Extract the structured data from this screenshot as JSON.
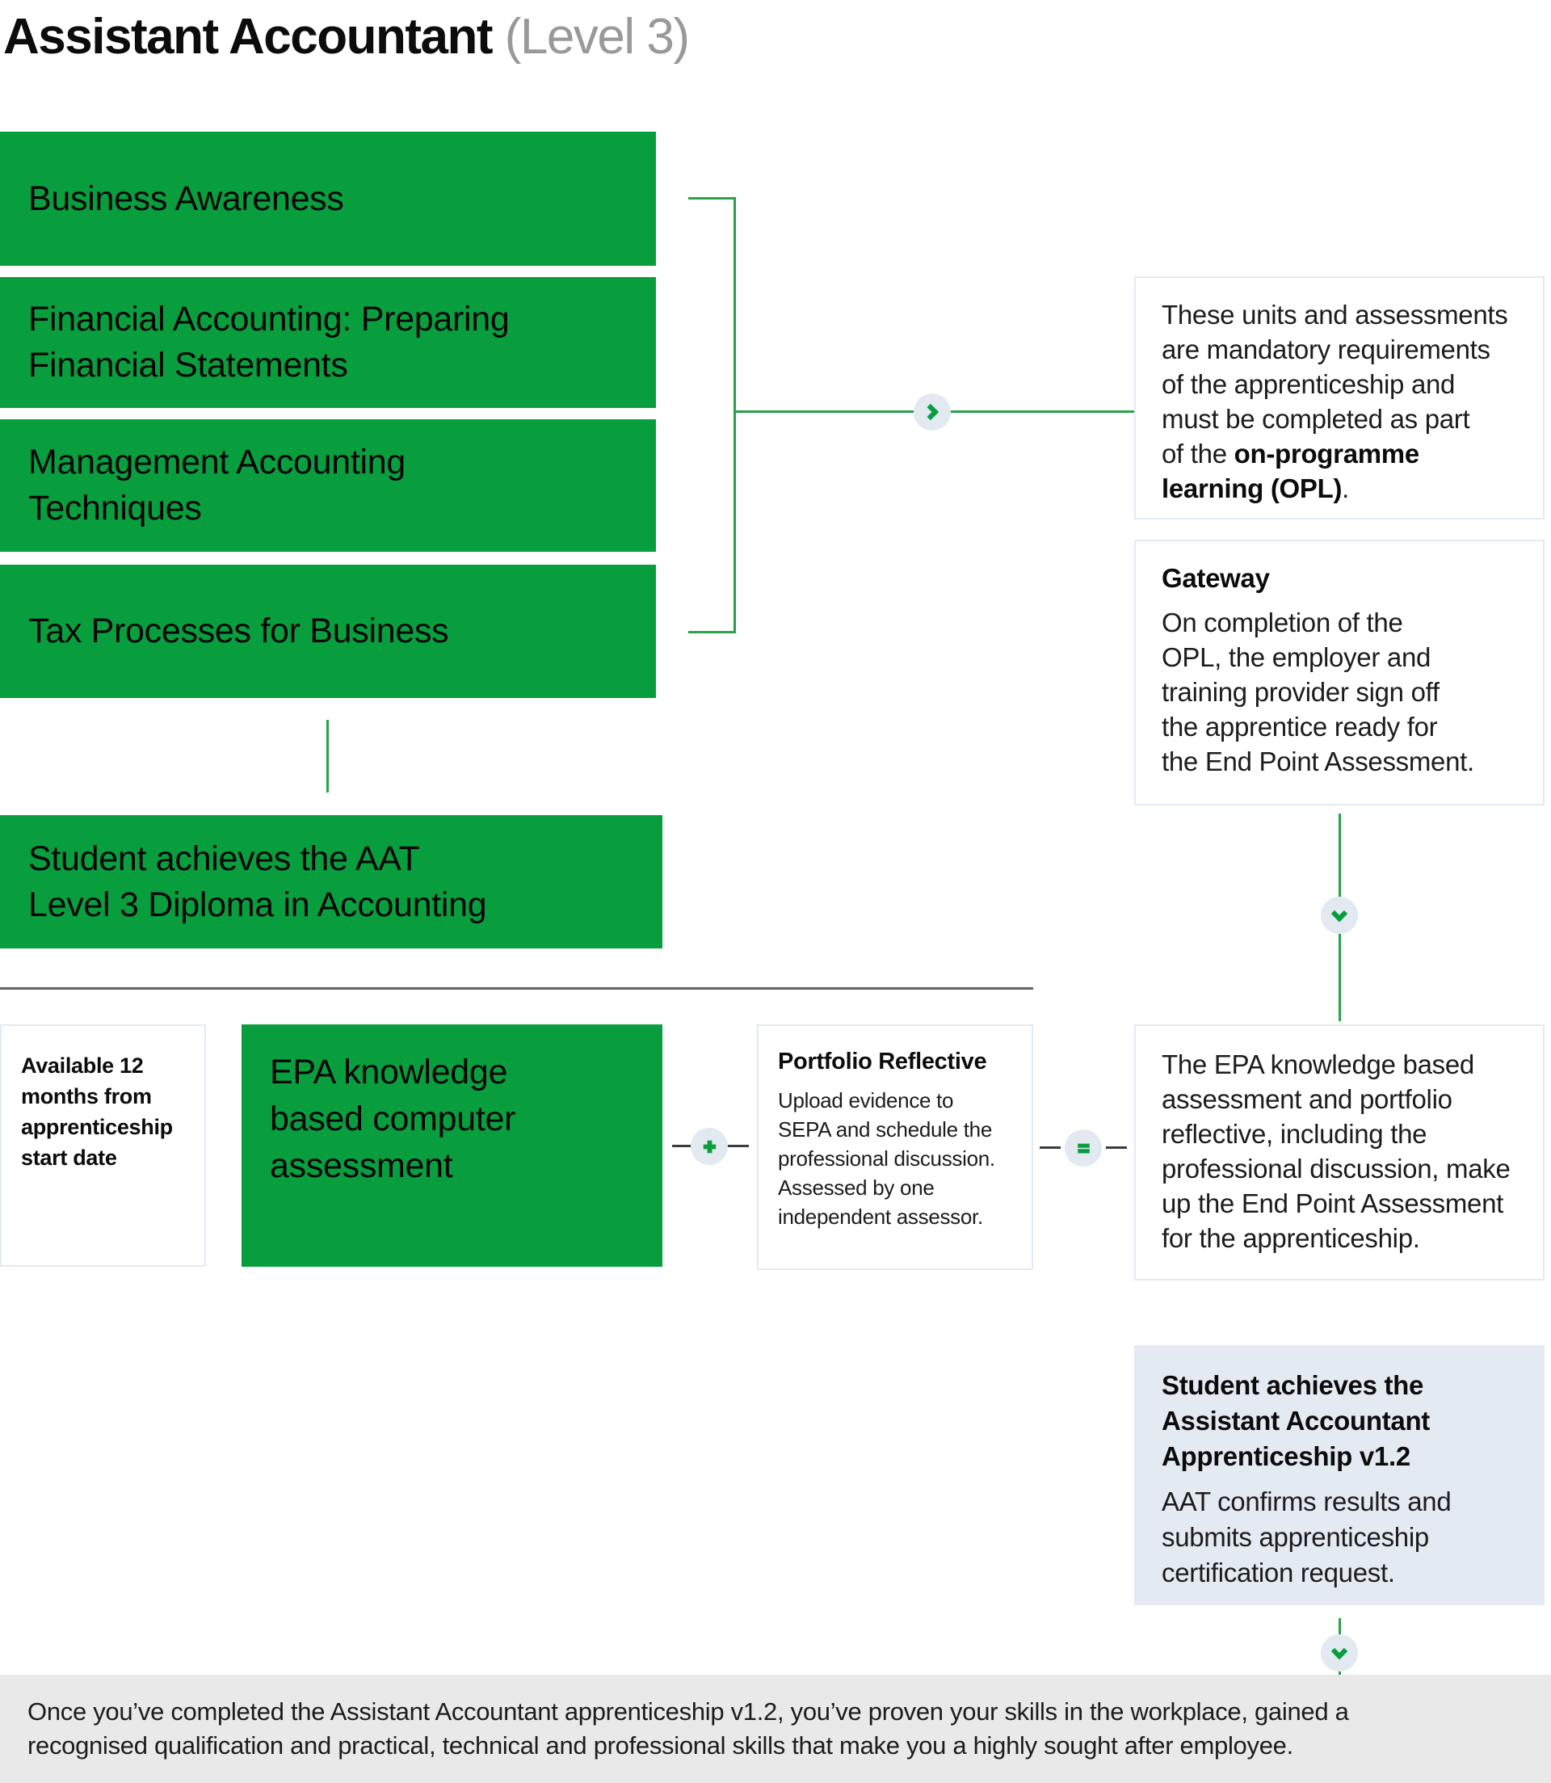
{
  "title": {
    "main": "Assistant Accountant",
    "suffix": " (Level 3)"
  },
  "units": [
    {
      "lines": [
        "Business Awareness"
      ]
    },
    {
      "lines": [
        "Financial Accounting: Preparing",
        "Financial Statements"
      ]
    },
    {
      "lines": [
        "Management Accounting",
        "Techniques"
      ]
    },
    {
      "lines": [
        "Tax Processes for Business"
      ]
    }
  ],
  "mandatory_note": {
    "lines": [
      "These units and assessments",
      "are mandatory requirements",
      "of the apprenticeship and",
      "must be completed as part"
    ],
    "line5_pre": "of the ",
    "line5_bold": "on-programme",
    "line6_bold": "learning (OPL)",
    "line6_post": "."
  },
  "gateway": {
    "title": "Gateway",
    "lines": [
      "On completion of the",
      "OPL, the employer and",
      "training provider sign off",
      "the apprentice ready for",
      "the End Point Assessment."
    ]
  },
  "diploma": {
    "lines": [
      "Student achieves the AAT",
      "Level 3 Diploma in Accounting"
    ]
  },
  "availability": {
    "lines": [
      "Available 12",
      "months from",
      "apprenticeship",
      "start date"
    ]
  },
  "epa_knowledge": {
    "lines": [
      "EPA knowledge",
      "based computer",
      "assessment"
    ]
  },
  "portfolio": {
    "title": "Portfolio Reflective",
    "lines": [
      "Upload evidence to",
      "SEPA and schedule the",
      "professional discussion.",
      "Assessed by one",
      "independent assessor."
    ]
  },
  "epa_summary": {
    "lines": [
      "The EPA knowledge based",
      "assessment and portfolio",
      "reflective, including the",
      "professional discussion, make",
      "up the End Point Assessment",
      "for the apprenticeship."
    ]
  },
  "achievement": {
    "title_lines": [
      "Student achieves the",
      "Assistant Accountant",
      "Apprenticeship v1.2"
    ],
    "lines": [
      "AAT confirms results and",
      "submits apprenticeship",
      "certification request."
    ]
  },
  "footer": {
    "lines": [
      "Once you’ve completed the Assistant Accountant apprenticeship v1.2, you’ve proven your skills in the workplace, gained a",
      "recognised qualification and practical, technical and professional skills that make you a highly sought after employee."
    ]
  },
  "icons": {
    "chevron_right": "chevron-right-icon",
    "chevron_down": "chevron-down-icon",
    "plus": "plus-icon",
    "equals": "equals-icon"
  },
  "colors": {
    "green": "#089e3e",
    "green_line": "#27a24b",
    "circle_bg": "#e2e9f1",
    "highlight_bg": "#e3eaf2",
    "border": "#e2ebf3",
    "divider": "#636466",
    "footer_bg": "#e9e9e9",
    "title_gray": "#97999b",
    "connector_dark": "#3c3c3c"
  }
}
